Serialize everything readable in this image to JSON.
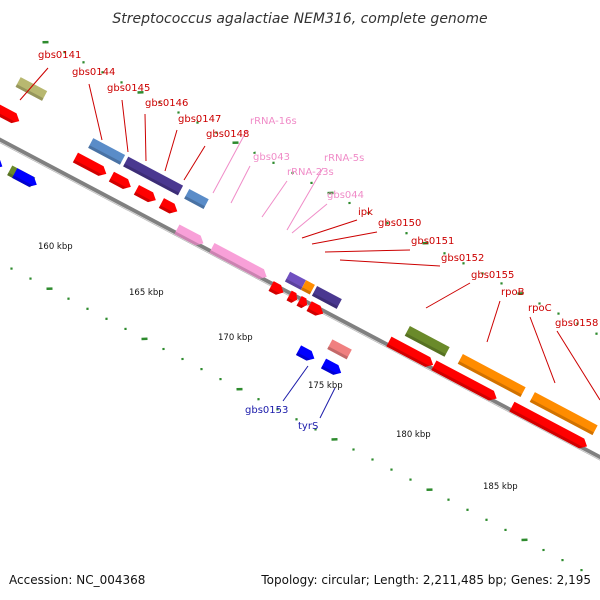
{
  "title": "Streptococcus agalactiae NEM316, complete genome",
  "footer": {
    "accession": "Accession: NC_004368",
    "summary": "Topology: circular; Length: 2,211,485 bp; Genes: 2,195"
  },
  "colors": {
    "backbone": "#888888",
    "tick": "#2e8b2e",
    "protein_label": "#cc0000",
    "rna_label": "#f08cc8",
    "minus_label": "#1a1aaa"
  },
  "kbp_ticks": [
    "160 kbp",
    "165 kbp",
    "170 kbp",
    "175 kbp",
    "180 kbp",
    "185 kbp"
  ],
  "gene_labels": {
    "gbs0141": "gbs0141",
    "gbs0144": "gbs0144",
    "gbs0145": "gbs0145",
    "gbs0146": "gbs0146",
    "gbs0147": "gbs0147",
    "gbs0148": "gbs0148",
    "rrna16s": "rRNA-16s",
    "gbs043": "gbs043",
    "rrna5s": "rRNA-5s",
    "rrna23s": "rRNA-23s",
    "gbs044": "gbs044",
    "ipk": "ipk",
    "gbs0150": "gbs0150",
    "gbs0151": "gbs0151",
    "gbs0152": "gbs0152",
    "gbs0155": "gbs0155",
    "rpoB": "rpoB",
    "rpoC": "rpoC",
    "gbs0158": "gbs0158",
    "gbs0153": "gbs0153",
    "tyrS": "tyrS"
  }
}
